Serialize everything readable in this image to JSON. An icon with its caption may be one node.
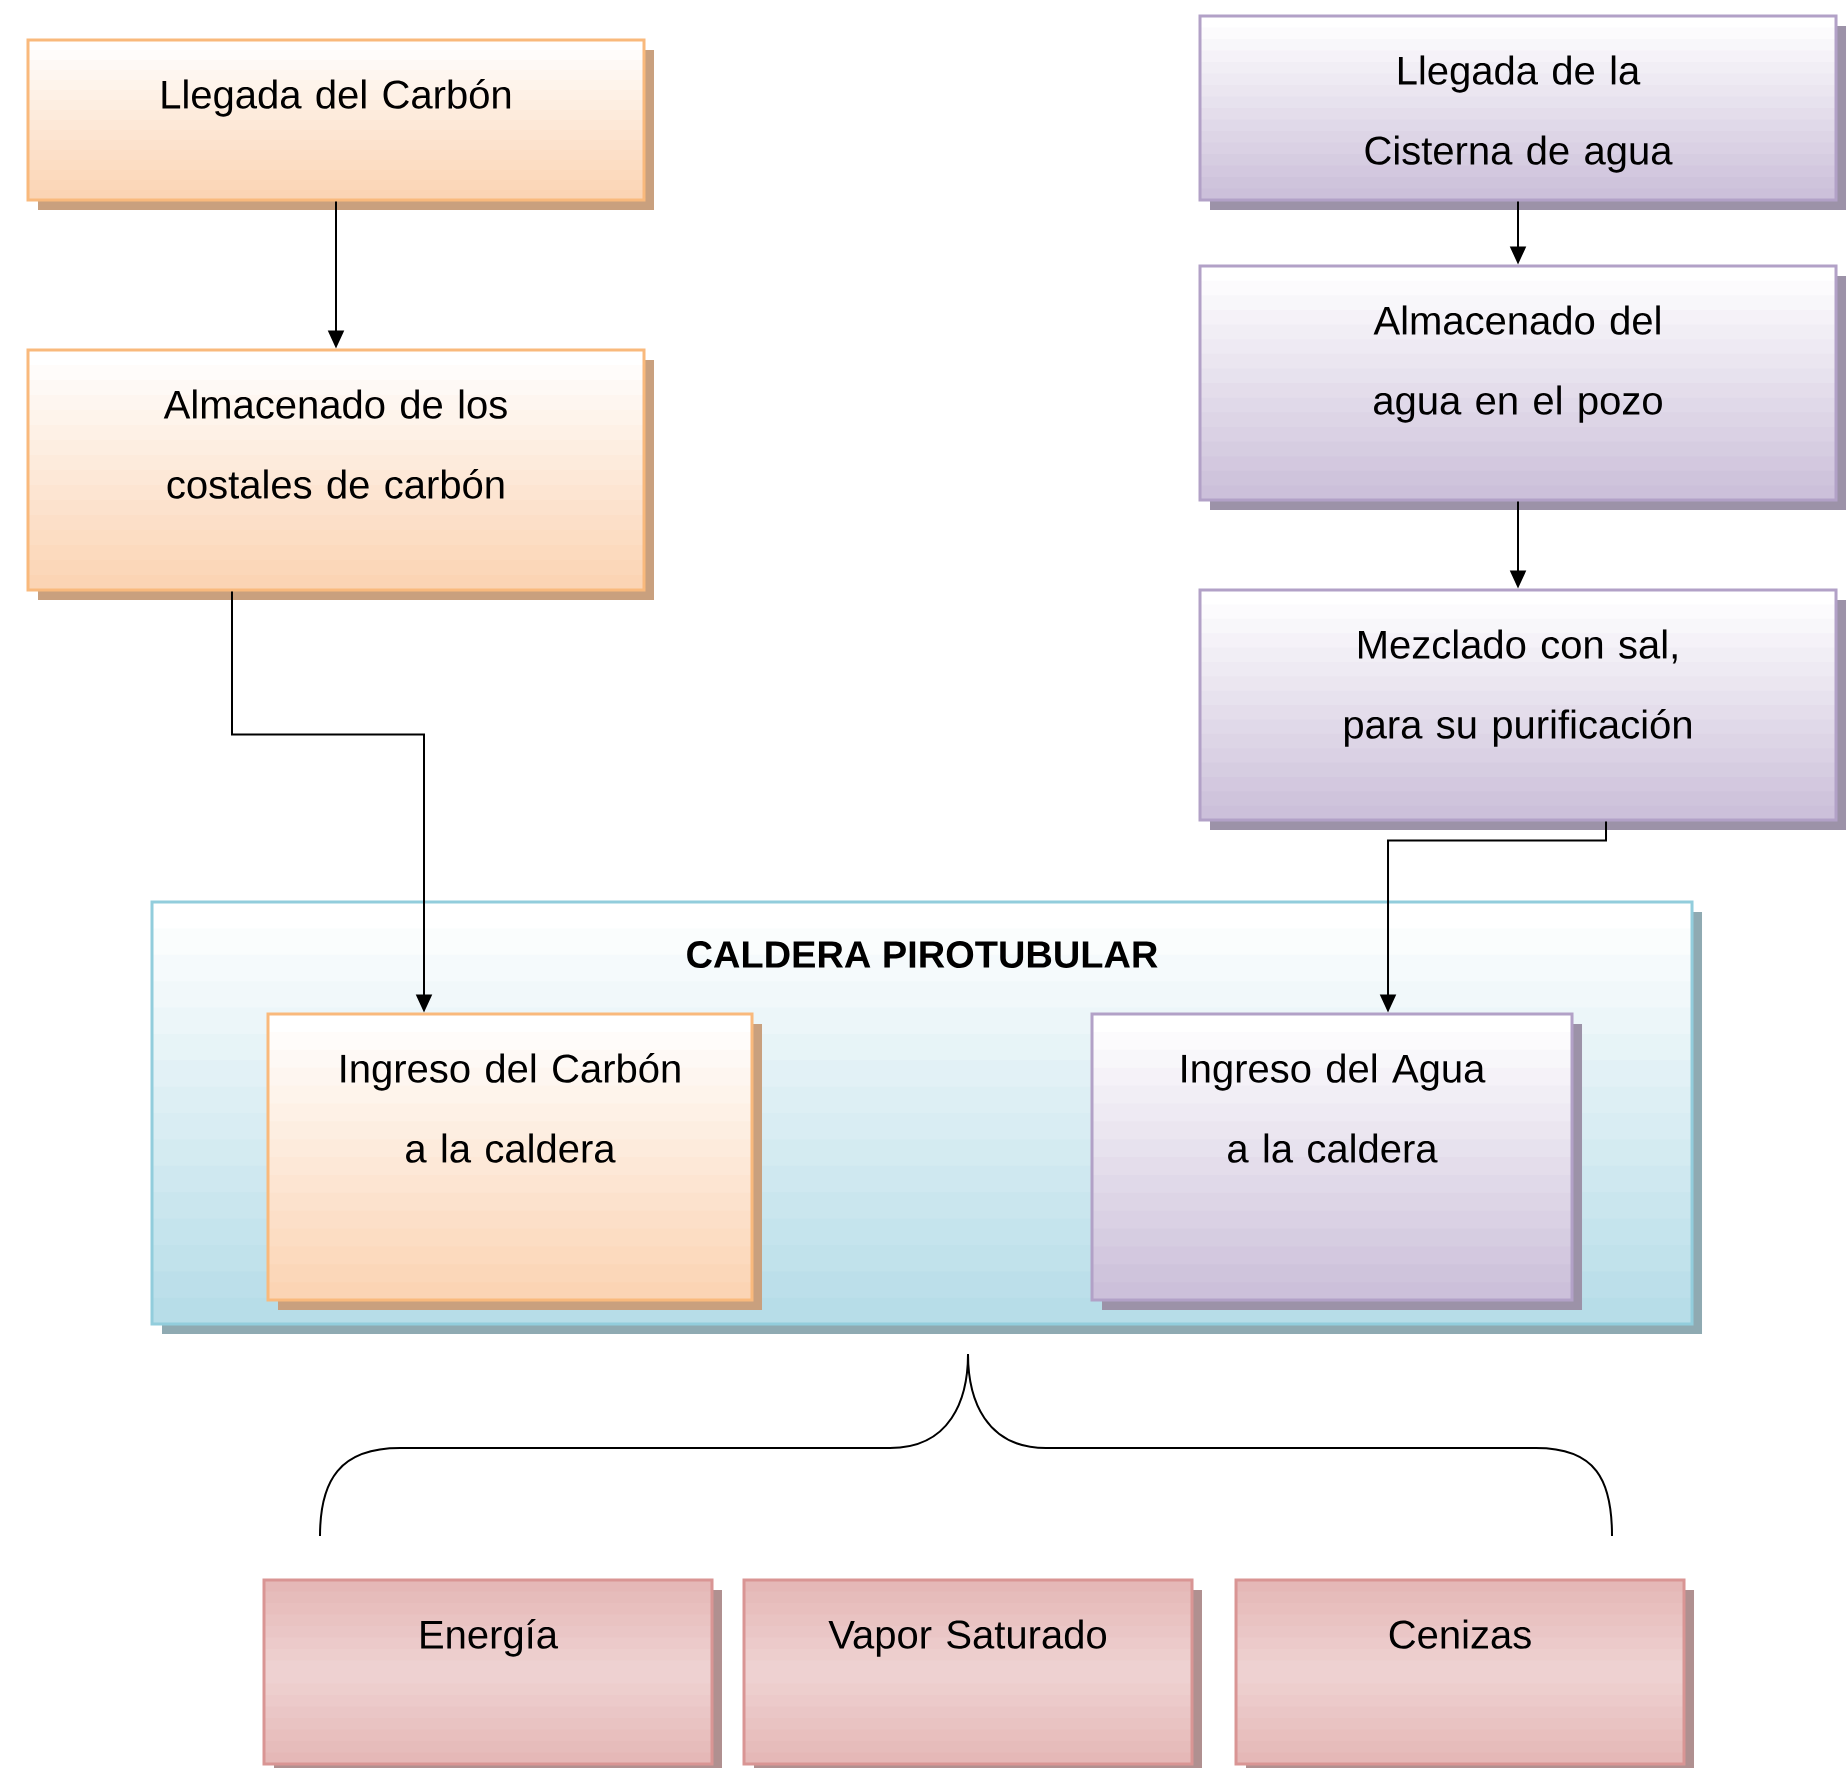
{
  "diagram": {
    "nodes": [
      {
        "text": [
          "Llegada del Carbón"
        ]
      },
      {
        "text": [
          "Almacenado de los costales de carbón"
        ]
      },
      {
        "text": [
          "Llegada de la Cisterna de agua"
        ]
      },
      {
        "text": [
          "Almacenado del agua en el pozo"
        ]
      },
      {
        "text": [
          "Mezclado con sal, para su purificación"
        ]
      },
      {
        "text": [
          "CALDERA PIROTUBULAR"
        ]
      },
      {
        "text": [
          "Ingreso del Carbón a la caldera"
        ],
        "in": 5
      },
      {
        "text": [
          "Ingreso del Agua a la caldera"
        ],
        "in": 5
      },
      {
        "text": [
          "Energía"
        ]
      },
      {
        "text": [
          "Vapor Saturado"
        ]
      },
      {
        "text": [
          "Cenizas"
        ]
      }
    ],
    "edges": [
      {
        "from": 0,
        "to": 1,
        "arrow": "to"
      },
      {
        "from": 1,
        "to": 6,
        "arrow": "to"
      },
      {
        "from": 2,
        "to": 3,
        "arrow": "to"
      },
      {
        "from": 3,
        "to": 4,
        "arrow": "to"
      },
      {
        "from": 4,
        "to": 7,
        "arrow": "to"
      }
    ]
  }
}
